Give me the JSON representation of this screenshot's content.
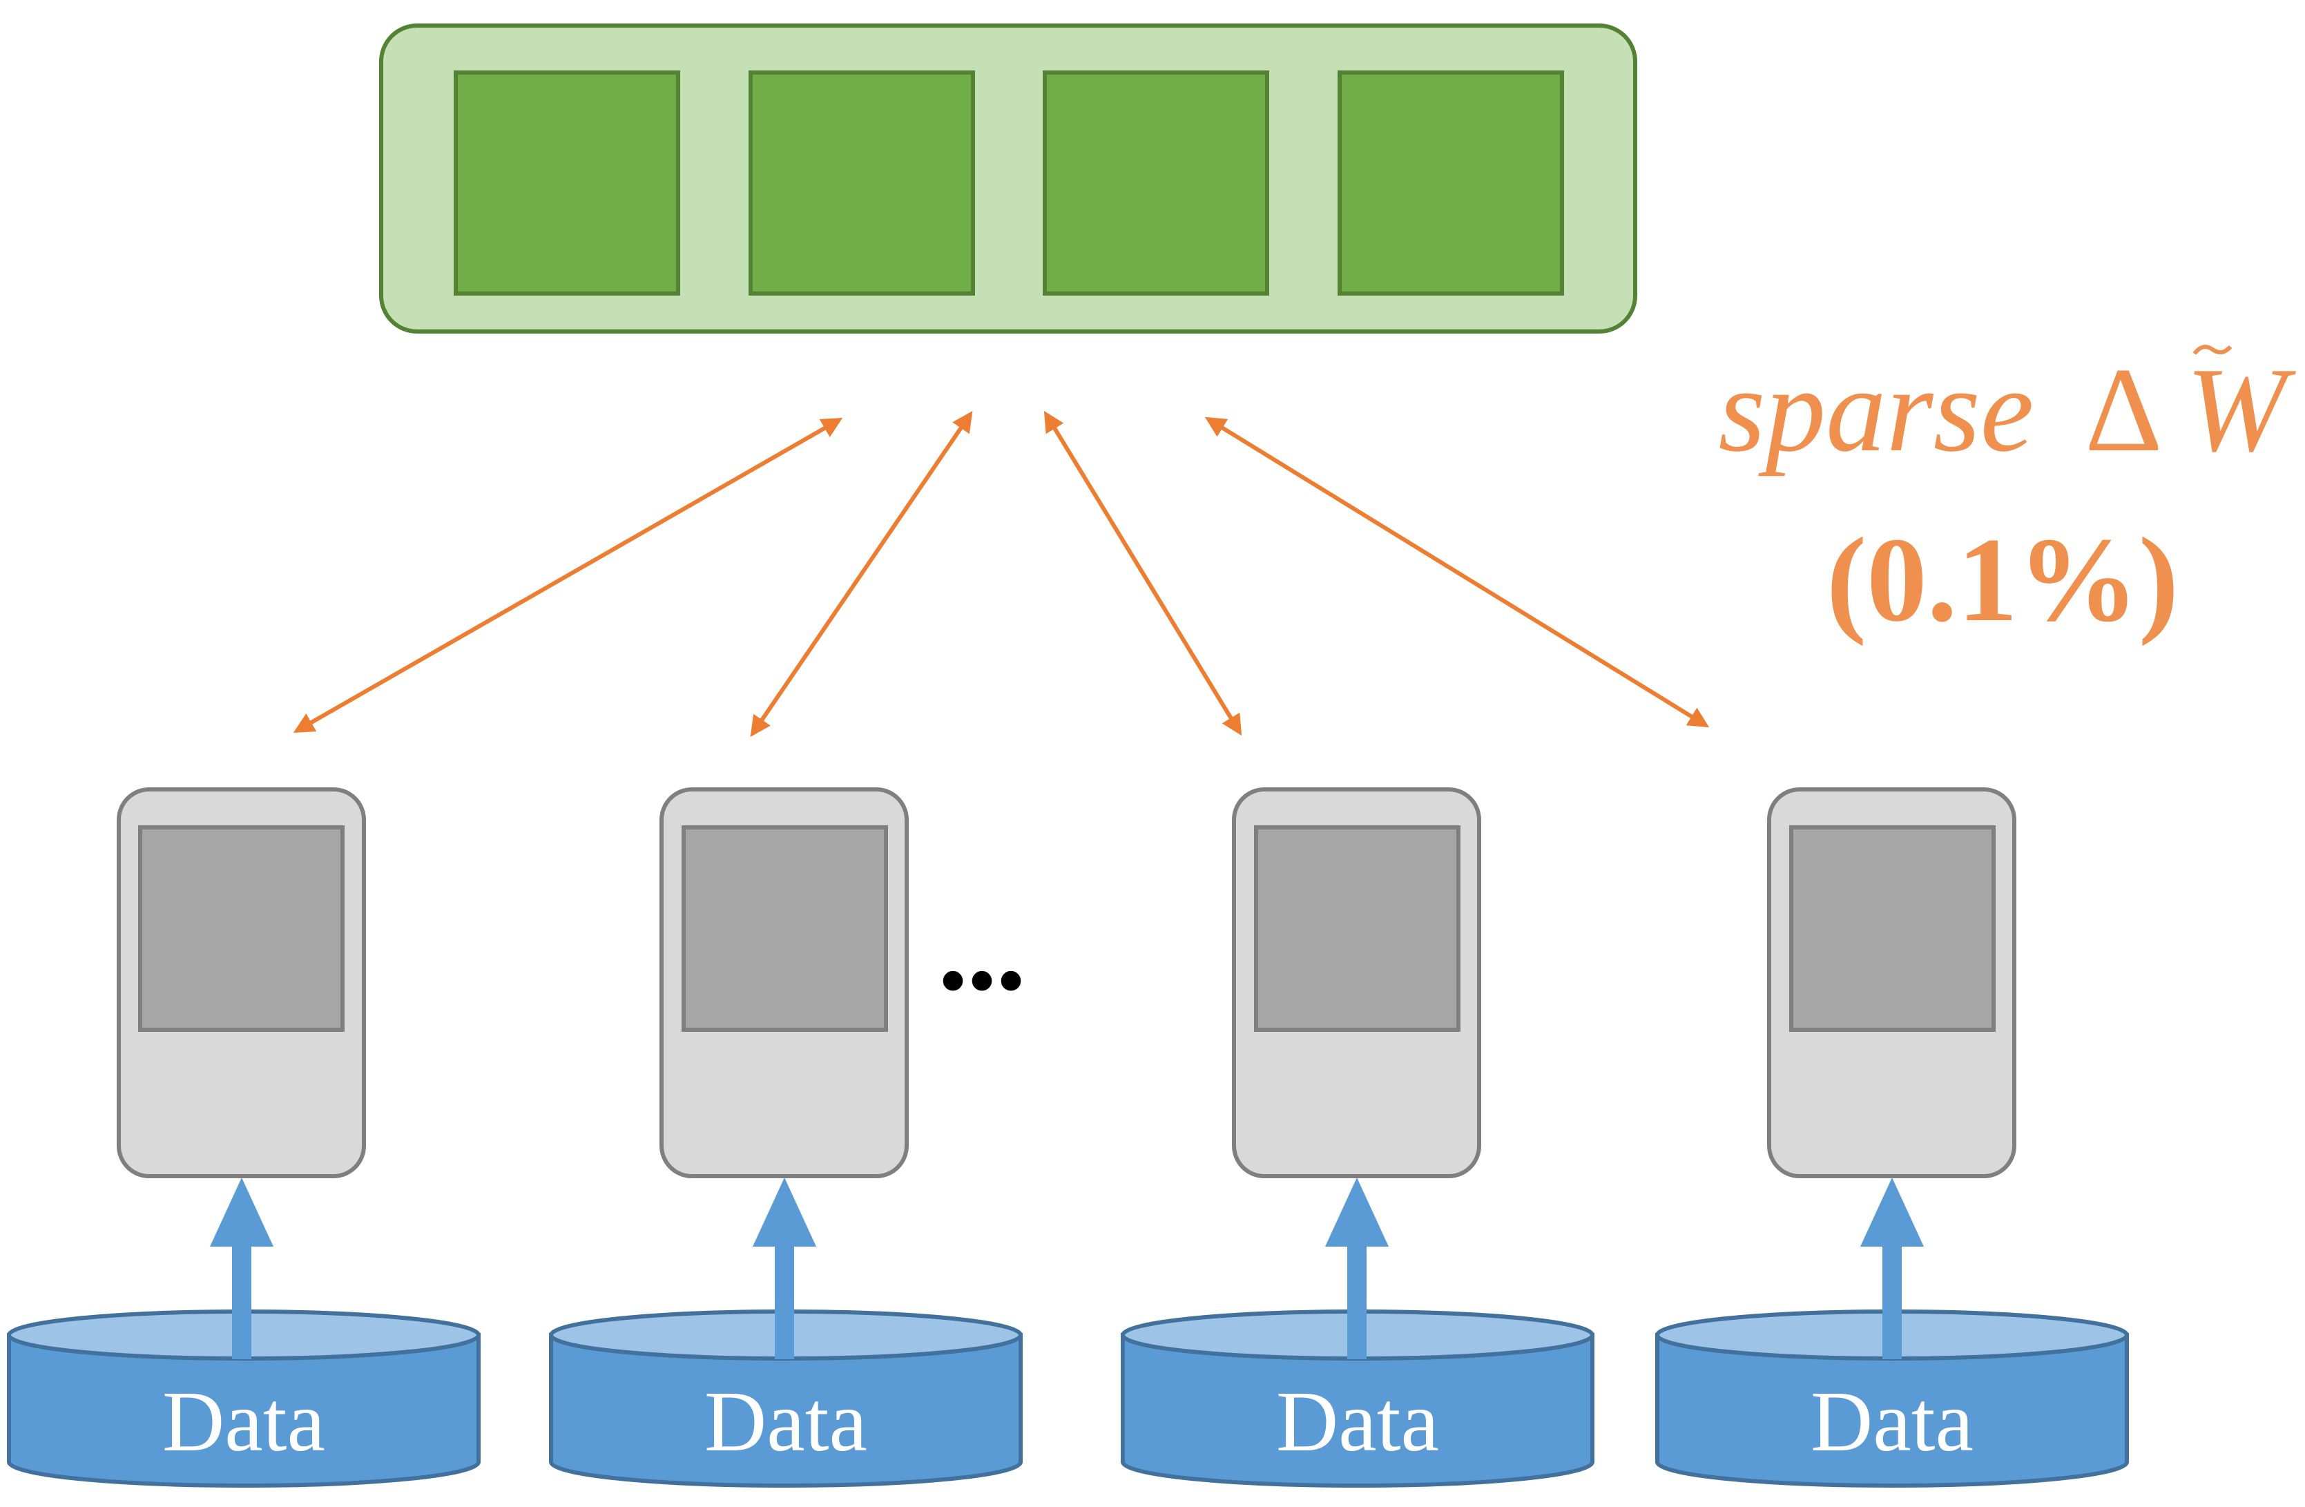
{
  "server": {
    "block_count": 4
  },
  "annotation": {
    "line1_word": "sparse",
    "line1_delta": "Δ",
    "line1_symbol": "W",
    "line2": "(0.1%)"
  },
  "ellipsis": "•••",
  "clients": [
    {
      "data_label": "Data"
    },
    {
      "data_label": "Data"
    },
    {
      "data_label": "Data"
    },
    {
      "data_label": "Data"
    }
  ],
  "colors": {
    "server_outer_fill": "#c5e0b4",
    "server_outer_stroke": "#548235",
    "server_block_fill": "#70ad47",
    "arrow_orange": "#ed7d31",
    "device_body_fill": "#d9d9d9",
    "device_screen_fill": "#a6a6a6",
    "device_stroke": "#7f7f7f",
    "db_fill": "#5b9bd5",
    "db_top_fill": "#9dc3e6",
    "db_stroke": "#41719c",
    "up_arrow": "#5b9bd5",
    "db_text": "#ffffff"
  }
}
